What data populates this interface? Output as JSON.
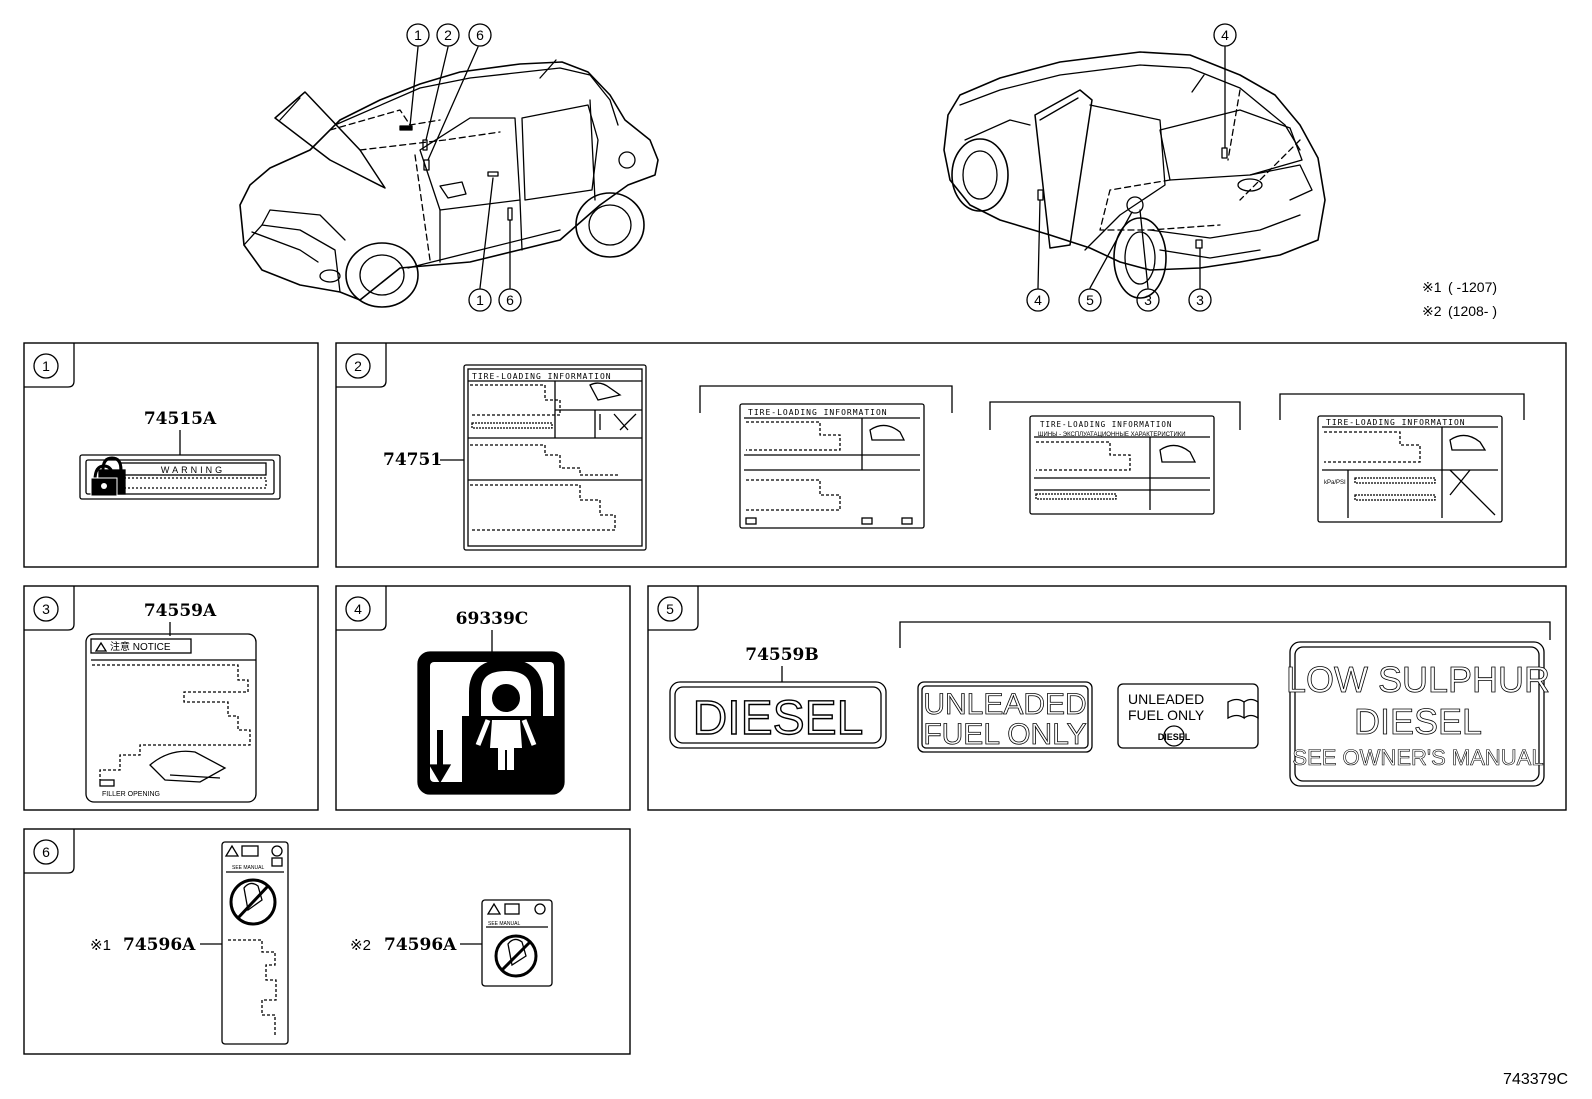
{
  "callouts": {
    "c1": "1",
    "c2": "2",
    "c3": "3",
    "c4": "4",
    "c5": "5",
    "c6": "6"
  },
  "legend": {
    "note1_mark": "※1",
    "note1_range": "( -1207)",
    "note2_mark": "※2",
    "note2_range": "(1208- )"
  },
  "panels": {
    "p1": {
      "number": "1",
      "part": "74515A",
      "sticker_text": "WARNING"
    },
    "p2": {
      "number": "2",
      "part": "74751",
      "label_title": "TIRE-LOADING INFORMATION",
      "label_title_ru": "ШИНЫ - ЭКСПЛУАТАЦИОННЫЕ ХАРАКТЕРИСТИКИ",
      "kpa_psi": "kPa/PSI"
    },
    "p3": {
      "number": "3",
      "part": "74559A",
      "notice": "注意 NOTICE",
      "filler": "FILLER OPENING"
    },
    "p4": {
      "number": "4",
      "part": "69339C"
    },
    "p5": {
      "number": "5",
      "part": "74559B",
      "diesel": "DIESEL",
      "unleaded_1": "UNLEADED",
      "unleaded_2": "FUEL ONLY",
      "small_unleaded_1": "UNLEADED",
      "small_unleaded_2": "FUEL ONLY",
      "small_diesel": "DIESEL",
      "lsd_1": "LOW SULPHUR",
      "lsd_2": "DIESEL",
      "lsd_3": "SEE OWNER'S MANUAL"
    },
    "p6": {
      "number": "6",
      "mark1": "※1",
      "part1": "74596A",
      "mark2": "※2",
      "part2": "74596A",
      "see_manual": "SEE MANUAL"
    }
  },
  "diagram_id": "743379C"
}
